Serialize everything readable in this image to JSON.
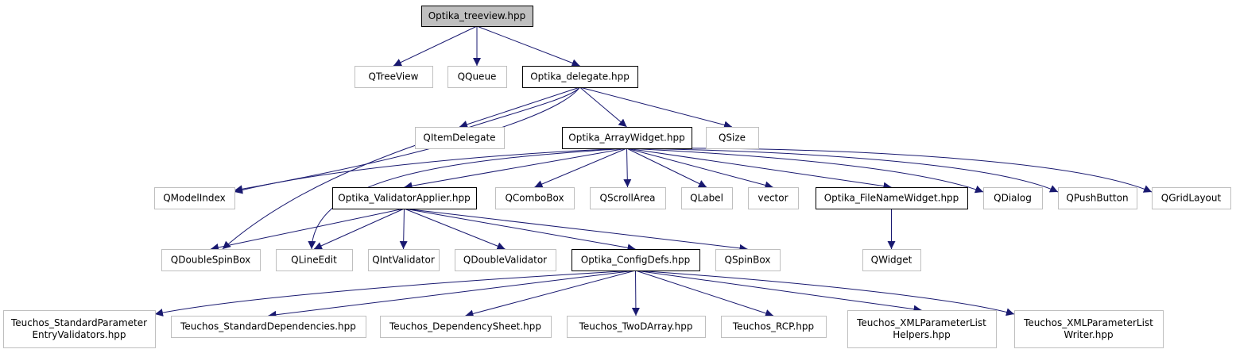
{
  "colors": {
    "edge": "#191970",
    "root_fill": "#bfbfbf",
    "local_border": "#000000",
    "external_border": "#bfbfbf",
    "text": "#000000"
  },
  "nodes": [
    {
      "id": "treeview",
      "lines": [
        "Optika_treeview.hpp"
      ],
      "kind": "root"
    },
    {
      "id": "qtreeview",
      "lines": [
        "QTreeView"
      ],
      "kind": "external"
    },
    {
      "id": "qqueue",
      "lines": [
        "QQueue"
      ],
      "kind": "external"
    },
    {
      "id": "delegate",
      "lines": [
        "Optika_delegate.hpp"
      ],
      "kind": "local"
    },
    {
      "id": "qitemdelegate",
      "lines": [
        "QItemDelegate"
      ],
      "kind": "external"
    },
    {
      "id": "arraywidget",
      "lines": [
        "Optika_ArrayWidget.hpp"
      ],
      "kind": "local"
    },
    {
      "id": "qsize",
      "lines": [
        "QSize"
      ],
      "kind": "external"
    },
    {
      "id": "qmodelindex",
      "lines": [
        "QModelIndex"
      ],
      "kind": "external"
    },
    {
      "id": "validatorapplier",
      "lines": [
        "Optika_ValidatorApplier.hpp"
      ],
      "kind": "local"
    },
    {
      "id": "qcombobox",
      "lines": [
        "QComboBox"
      ],
      "kind": "external"
    },
    {
      "id": "qscrollarea",
      "lines": [
        "QScrollArea"
      ],
      "kind": "external"
    },
    {
      "id": "qlabel",
      "lines": [
        "QLabel"
      ],
      "kind": "external"
    },
    {
      "id": "vector",
      "lines": [
        "vector"
      ],
      "kind": "external"
    },
    {
      "id": "filenamewidget",
      "lines": [
        "Optika_FileNameWidget.hpp"
      ],
      "kind": "local"
    },
    {
      "id": "qdialog",
      "lines": [
        "QDialog"
      ],
      "kind": "external"
    },
    {
      "id": "qpushbutton",
      "lines": [
        "QPushButton"
      ],
      "kind": "external"
    },
    {
      "id": "qgridlayout",
      "lines": [
        "QGridLayout"
      ],
      "kind": "external"
    },
    {
      "id": "qdoublespinbox",
      "lines": [
        "QDoubleSpinBox"
      ],
      "kind": "external"
    },
    {
      "id": "qlineedit",
      "lines": [
        "QLineEdit"
      ],
      "kind": "external"
    },
    {
      "id": "qintvalidator",
      "lines": [
        "QIntValidator"
      ],
      "kind": "external"
    },
    {
      "id": "qdoublevalidator",
      "lines": [
        "QDoubleValidator"
      ],
      "kind": "external"
    },
    {
      "id": "configdefs",
      "lines": [
        "Optika_ConfigDefs.hpp"
      ],
      "kind": "local"
    },
    {
      "id": "qspinbox",
      "lines": [
        "QSpinBox"
      ],
      "kind": "external"
    },
    {
      "id": "qwidget",
      "lines": [
        "QWidget"
      ],
      "kind": "external"
    },
    {
      "id": "stdparam",
      "lines": [
        "Teuchos_StandardParameter",
        "EntryValidators.hpp"
      ],
      "kind": "external"
    },
    {
      "id": "stddeps",
      "lines": [
        "Teuchos_StandardDependencies.hpp"
      ],
      "kind": "external"
    },
    {
      "id": "depsheet",
      "lines": [
        "Teuchos_DependencySheet.hpp"
      ],
      "kind": "external"
    },
    {
      "id": "twodarray",
      "lines": [
        "Teuchos_TwoDArray.hpp"
      ],
      "kind": "external"
    },
    {
      "id": "rcp",
      "lines": [
        "Teuchos_RCP.hpp"
      ],
      "kind": "external"
    },
    {
      "id": "xmlhelpers",
      "lines": [
        "Teuchos_XMLParameterList",
        "Helpers.hpp"
      ],
      "kind": "external"
    },
    {
      "id": "xmlwriter",
      "lines": [
        "Teuchos_XMLParameterList",
        "Writer.hpp"
      ],
      "kind": "external"
    }
  ],
  "edges": [
    {
      "from": "treeview",
      "to": "qtreeview"
    },
    {
      "from": "treeview",
      "to": "qqueue"
    },
    {
      "from": "treeview",
      "to": "delegate"
    },
    {
      "from": "delegate",
      "to": "qitemdelegate"
    },
    {
      "from": "delegate",
      "to": "arraywidget"
    },
    {
      "from": "delegate",
      "to": "qsize"
    },
    {
      "from": "delegate",
      "to": "qmodelindex"
    },
    {
      "from": "delegate",
      "to": "qdoublespinbox"
    },
    {
      "from": "arraywidget",
      "to": "qmodelindex"
    },
    {
      "from": "arraywidget",
      "to": "validatorapplier"
    },
    {
      "from": "arraywidget",
      "to": "qcombobox"
    },
    {
      "from": "arraywidget",
      "to": "qscrollarea"
    },
    {
      "from": "arraywidget",
      "to": "qlabel"
    },
    {
      "from": "arraywidget",
      "to": "vector"
    },
    {
      "from": "arraywidget",
      "to": "filenamewidget"
    },
    {
      "from": "arraywidget",
      "to": "qdialog"
    },
    {
      "from": "arraywidget",
      "to": "qpushbutton"
    },
    {
      "from": "arraywidget",
      "to": "qgridlayout"
    },
    {
      "from": "arraywidget",
      "to": "qlineedit"
    },
    {
      "from": "filenamewidget",
      "to": "qwidget"
    },
    {
      "from": "validatorapplier",
      "to": "qdoublespinbox"
    },
    {
      "from": "validatorapplier",
      "to": "qlineedit"
    },
    {
      "from": "validatorapplier",
      "to": "qintvalidator"
    },
    {
      "from": "validatorapplier",
      "to": "qdoublevalidator"
    },
    {
      "from": "validatorapplier",
      "to": "configdefs"
    },
    {
      "from": "validatorapplier",
      "to": "qspinbox"
    },
    {
      "from": "configdefs",
      "to": "stdparam"
    },
    {
      "from": "configdefs",
      "to": "stddeps"
    },
    {
      "from": "configdefs",
      "to": "depsheet"
    },
    {
      "from": "configdefs",
      "to": "twodarray"
    },
    {
      "from": "configdefs",
      "to": "rcp"
    },
    {
      "from": "configdefs",
      "to": "xmlhelpers"
    },
    {
      "from": "configdefs",
      "to": "xmlwriter"
    }
  ]
}
